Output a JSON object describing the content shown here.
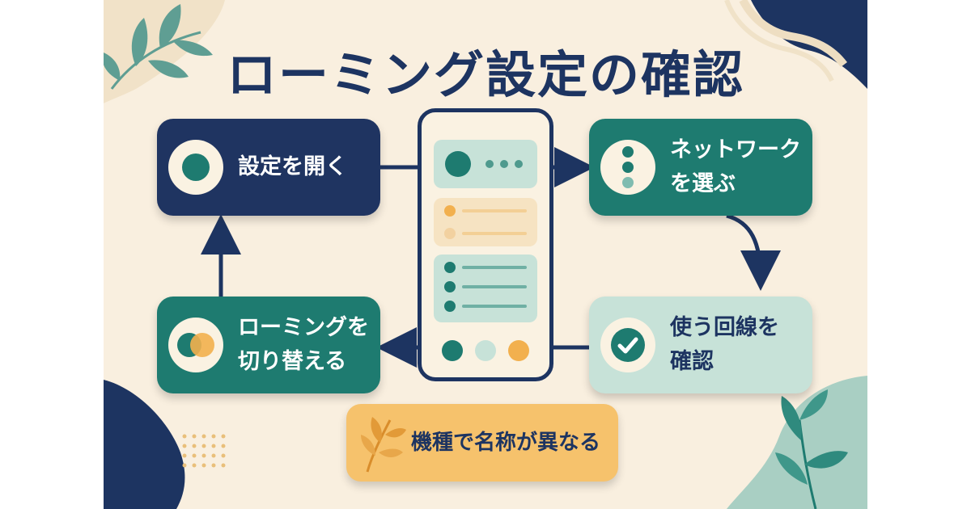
{
  "title": "ローミング設定の確認",
  "steps": {
    "open_settings": {
      "line1": "設定を開く",
      "icon": "circle-icon"
    },
    "choose_network": {
      "line1": "ネットワーク",
      "line2": "を選ぶ",
      "icon": "three-dots-icon"
    },
    "confirm_line": {
      "line1": "使う回線を",
      "line2": "確認",
      "icon": "check-icon"
    },
    "toggle_roaming": {
      "line1": "ローミングを",
      "line2": "切り替える",
      "icon": "overlap-circles-icon"
    }
  },
  "note": {
    "text": "機種で名称が異なる",
    "icon": "leaf-icon"
  },
  "colors": {
    "navy": "#1f3461",
    "teal": "#1e7b70",
    "mint": "#c7e2d8",
    "orange": "#f6c26c",
    "cream": "#f9efdf"
  }
}
